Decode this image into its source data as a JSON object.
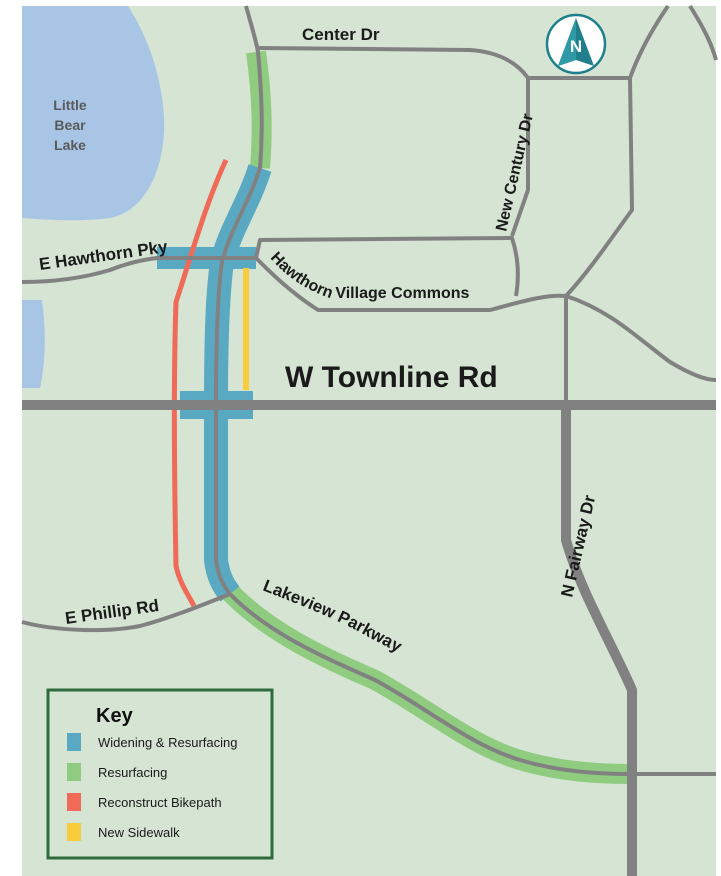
{
  "map": {
    "lake_label_lines": [
      "Little",
      "Bear",
      "Lake"
    ],
    "roads": {
      "center_dr": "Center Dr",
      "new_century_dr": "New Century Dr",
      "e_hawthorn_pky": "E Hawthorn Pky",
      "hawthorn_village_commons": "Hawthorn Village Commons",
      "w_townline_rd": "W Townline Rd",
      "n_fairway_dr": "N Fairway Dr",
      "e_phillip_rd": "E Phillip Rd",
      "lakeview_parkway": "Lakeview Parkway"
    },
    "compass_letter": "N",
    "colors": {
      "land": "#d5e4d3",
      "water": "#a9c5e6",
      "road": "#818181",
      "widening": "#5aa9c3",
      "resurfacing": "#8fcc7f",
      "bikepath": "#ef6a57",
      "sidewalk": "#f8cc3a",
      "compass": "#1f7f8b",
      "key_border": "#2f6b3d"
    }
  },
  "legend": {
    "title": "Key",
    "items": [
      {
        "label": "Widening & Resurfacing",
        "color": "#5aa9c3"
      },
      {
        "label": "Resurfacing",
        "color": "#8fcc7f"
      },
      {
        "label": "Reconstruct Bikepath",
        "color": "#ef6a57"
      },
      {
        "label": "New Sidewalk",
        "color": "#f8cc3a"
      }
    ]
  }
}
